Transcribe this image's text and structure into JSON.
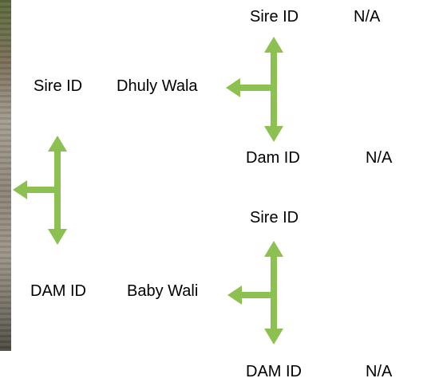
{
  "colors": {
    "arrow": "#8cc152",
    "text": "#000000"
  },
  "left": {
    "sire_label": "Sire ID",
    "sire_value": "Dhuly Wala",
    "dam_label": "DAM ID",
    "dam_value": "Baby Wali"
  },
  "upper": {
    "sire_label": "Sire ID",
    "sire_value": "N/A",
    "dam_label": "Dam ID",
    "dam_value": "N/A"
  },
  "lower": {
    "sire_label": "Sire ID",
    "dam_label": "DAM ID",
    "dam_value": "N/A"
  },
  "icons": [
    "photo-strip",
    "tri-arrow-connector"
  ]
}
